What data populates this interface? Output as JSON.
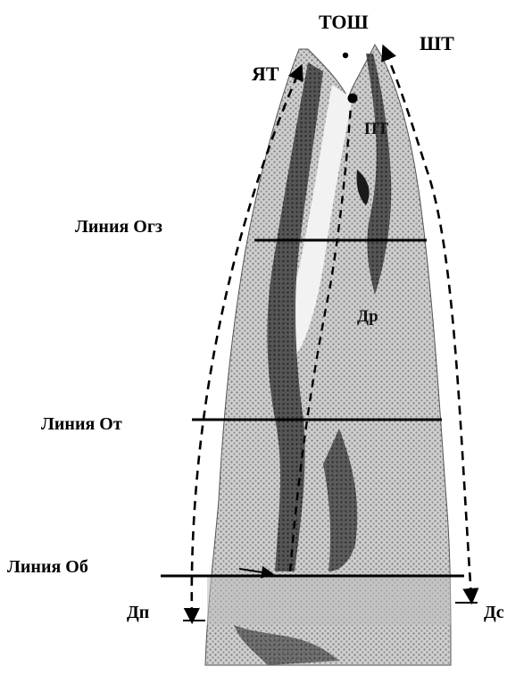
{
  "figure": {
    "labels": {
      "tosh": "ТОШ",
      "sht": "ШТ",
      "yat": "ЯТ",
      "pt": "ПТ",
      "dr": "Др",
      "line_ogz": "Линия Огз",
      "line_ot": "Линия От",
      "line_ob": "Линия Об",
      "dp": "Дп",
      "ds": "Дс"
    },
    "colors": {
      "background": "#ffffff",
      "ink": "#000000",
      "tissue_light": "#d9d9d9",
      "tissue_mid": "#9a9a9a",
      "tissue_dark": "#2a2a2a"
    }
  }
}
